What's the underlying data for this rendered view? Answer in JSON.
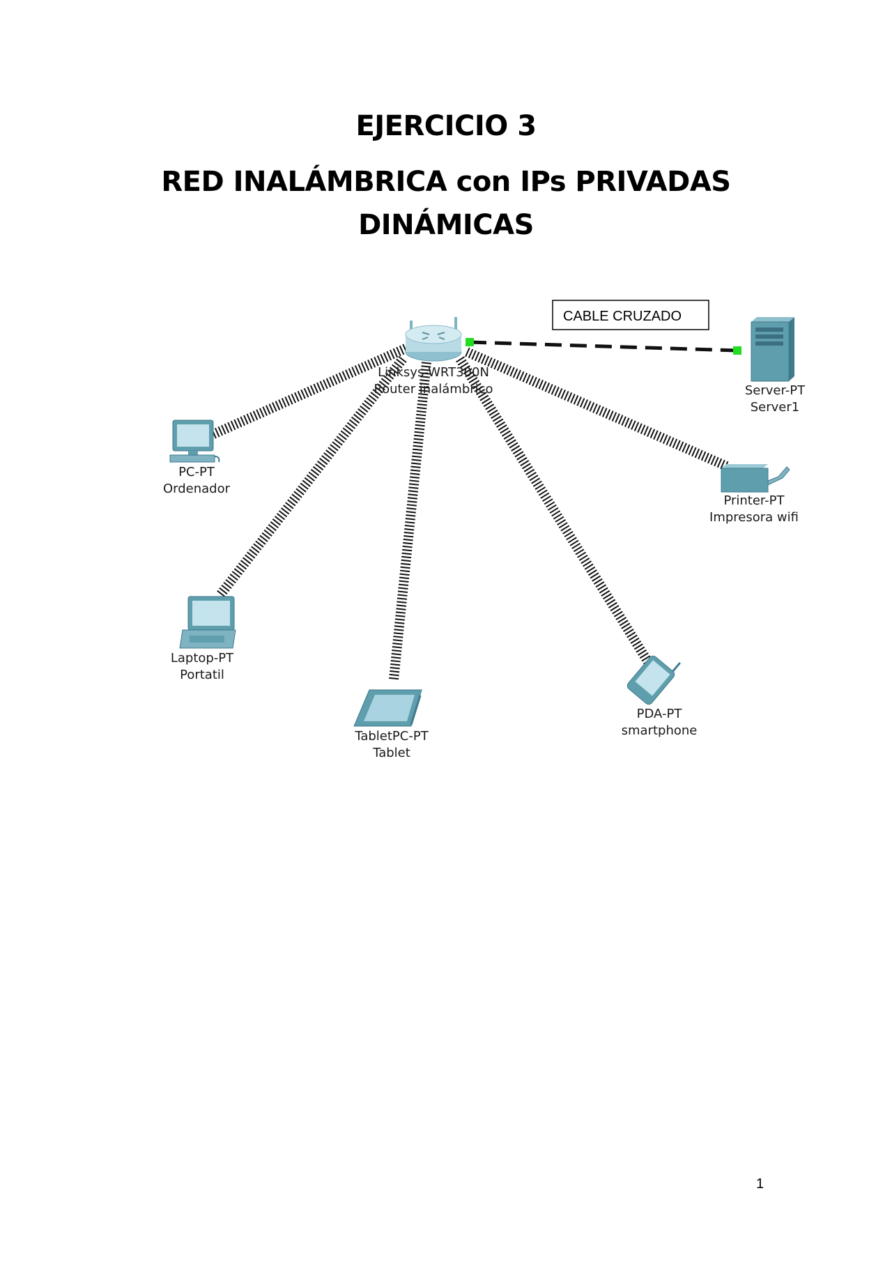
{
  "heading": {
    "line1": "EJERCICIO 3",
    "line2": "RED INALÁMBRICA con IPs PRIVADAS",
    "line3": "DINÁMICAS"
  },
  "cable_label": "CABLE CRUZADO",
  "devices": {
    "router": {
      "type": "Linksys-WRT300N",
      "name": "Router inalámbrico",
      "icon": "wireless-router-icon"
    },
    "server": {
      "type": "Server-PT",
      "name": "Server1",
      "icon": "server-icon"
    },
    "pc": {
      "type": "PC-PT",
      "name": "Ordenador",
      "icon": "desktop-pc-icon"
    },
    "printer": {
      "type": "Printer-PT",
      "name": "Impresora wifi",
      "icon": "printer-icon"
    },
    "laptop": {
      "type": "Laptop-PT",
      "name": "Portatil",
      "icon": "laptop-icon"
    },
    "tablet": {
      "type": "TabletPC-PT",
      "name": "Tablet",
      "icon": "tablet-icon"
    },
    "pda": {
      "type": "PDA-PT",
      "name": "smartphone",
      "icon": "pda-icon"
    }
  },
  "page_number": "1",
  "colors": {
    "device_teal": "#5f9ead",
    "device_light": "#a9d3e0",
    "link_green": "#22dd22"
  }
}
